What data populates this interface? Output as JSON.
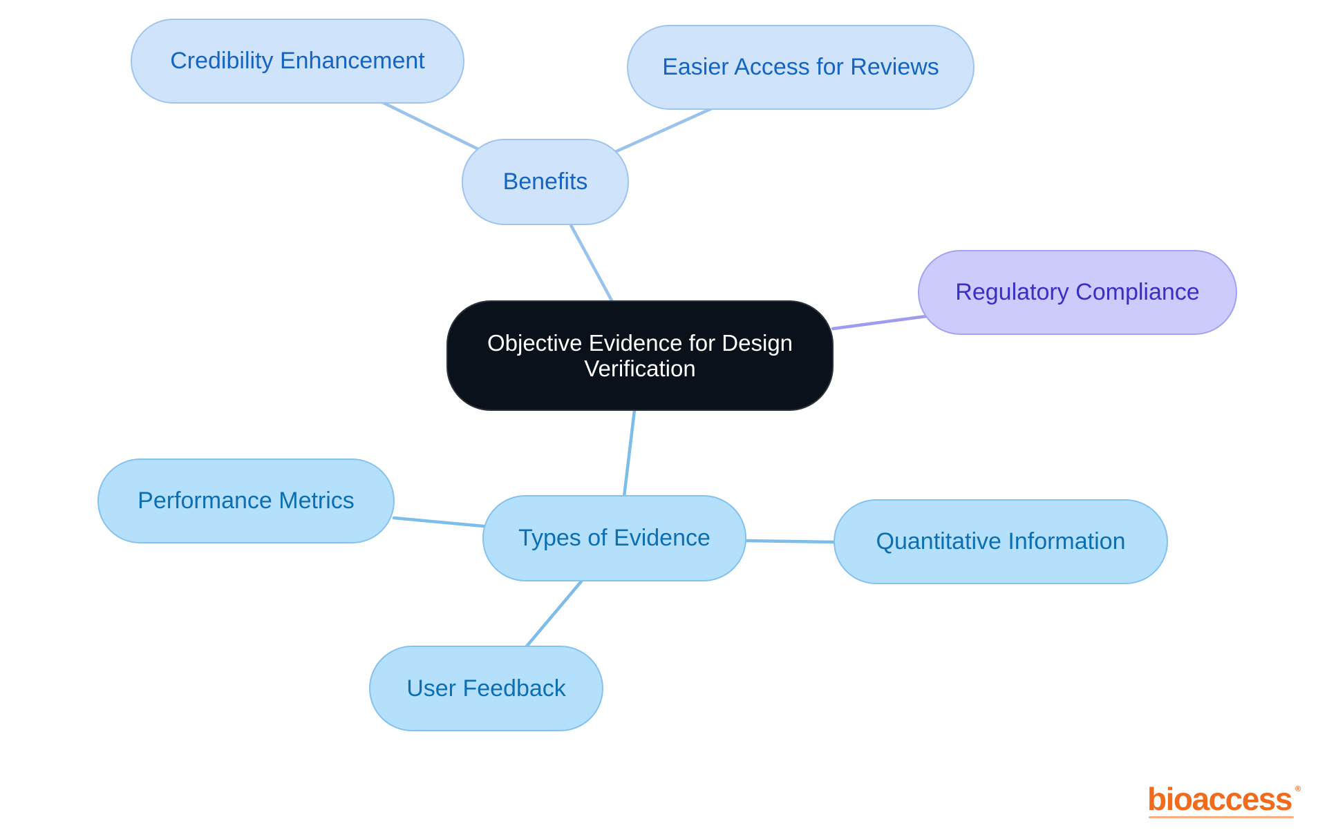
{
  "diagram": {
    "type": "mind-map",
    "root": {
      "label": "Objective Evidence for Design Verification",
      "fill": "#0b111a",
      "border": "#2c333d",
      "text_color": "#ffffff"
    },
    "branches": {
      "benefits": {
        "label": "Benefits",
        "fill": "#cfe3fb",
        "border": "#9ec5ee",
        "text_color": "#1565c0",
        "edge_color": "#99c3ec",
        "children": [
          {
            "id": "cred",
            "label": "Credibility Enhancement"
          },
          {
            "id": "easier",
            "label": "Easier Access for Reviews"
          }
        ]
      },
      "regulatory": {
        "label": "Regulatory Compliance",
        "fill": "#cccbfc",
        "border": "#a4a2f0",
        "text_color": "#3a2fc4",
        "edge_color": "#9f9cf0"
      },
      "types": {
        "label": "Types of Evidence",
        "fill": "#b5e0fc",
        "border": "#84c2ee",
        "text_color": "#0d6eb0",
        "edge_color": "#7dbdea",
        "children": [
          {
            "id": "perf",
            "label": "Performance Metrics"
          },
          {
            "id": "quant",
            "label": "Quantitative Information"
          },
          {
            "id": "user",
            "label": "User Feedback"
          }
        ]
      }
    }
  },
  "logo": {
    "wordmark": "bioaccess",
    "registered_mark": "®",
    "color": "#f26a1b"
  }
}
